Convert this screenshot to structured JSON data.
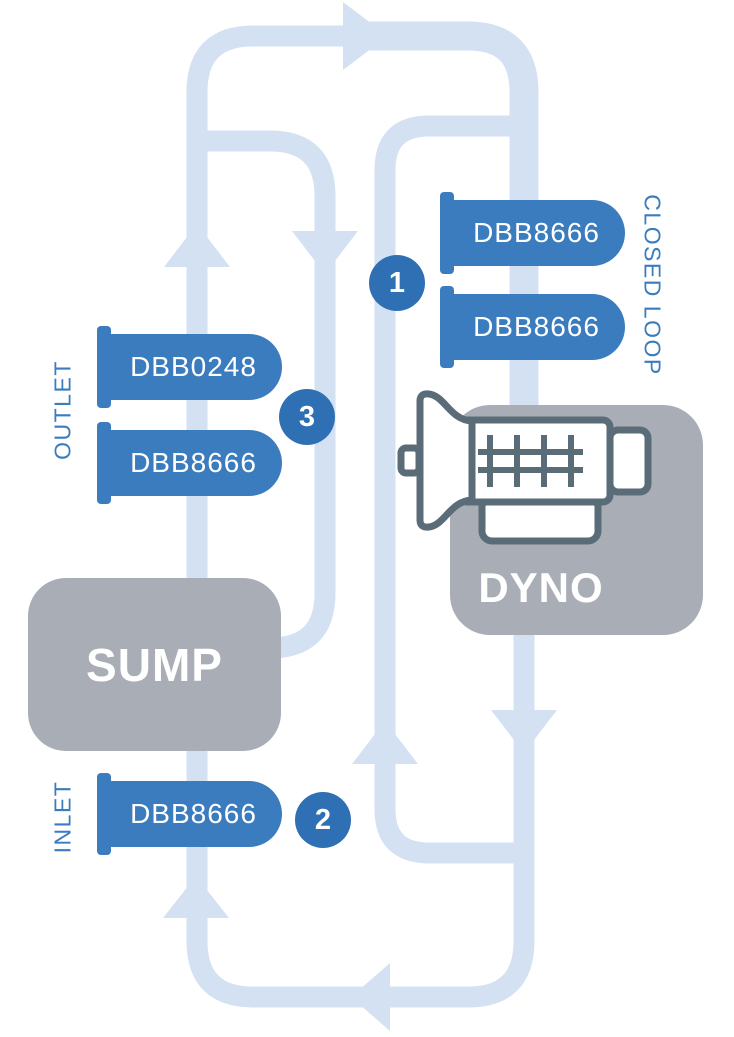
{
  "diagram": {
    "sump": {
      "label": "SUMP"
    },
    "dyno": {
      "label": "DYNO"
    },
    "closed_loop_group": {
      "marker": "1",
      "label": "CLOSED LOOP",
      "tags": [
        "DBB8666",
        "DBB8666"
      ]
    },
    "outlet_group": {
      "marker": "3",
      "label": "OUTLET",
      "tags": [
        "DBB0248",
        "DBB8666"
      ]
    },
    "inlet_group": {
      "marker": "2",
      "label": "INLET",
      "tags": [
        "DBB8666"
      ]
    },
    "icons": {
      "dyno_unit": "transmission-icon",
      "flow_direction": "flow-arrow-icon"
    },
    "colors": {
      "pipe": "#d3e1f3",
      "tag": "#3a7cbe",
      "marker": "#2f70b4",
      "box": "#a9aeb6",
      "outline": "#5b6c79",
      "label": "#3a7cbe",
      "text": "#ffffff"
    }
  }
}
